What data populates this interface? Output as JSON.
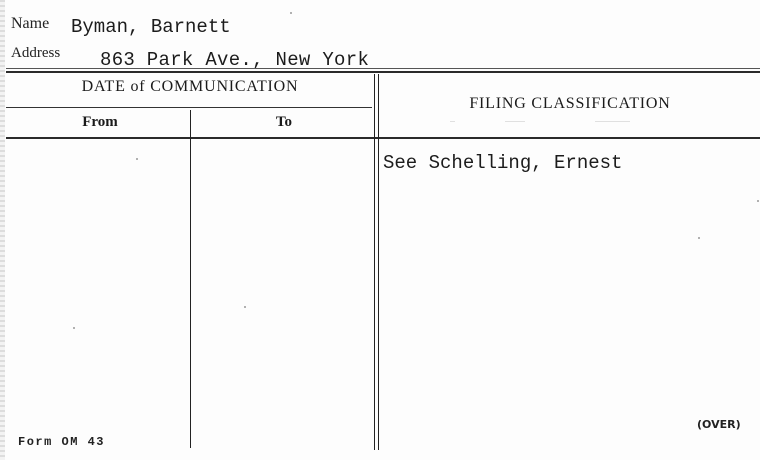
{
  "card": {
    "name_label": "Name",
    "name_value": "Byman, Barnett",
    "address_label": "Address",
    "address_value": "863 Park Ave., New York",
    "date_header": "DATE of COMMUNICATION",
    "from_label": "From",
    "to_label": "To",
    "filing_header": "FILING CLASSIFICATION",
    "filing_entries": [
      "See Schelling, Ernest"
    ],
    "form_number": "Form OM 43",
    "over_label": "(OVER)"
  }
}
